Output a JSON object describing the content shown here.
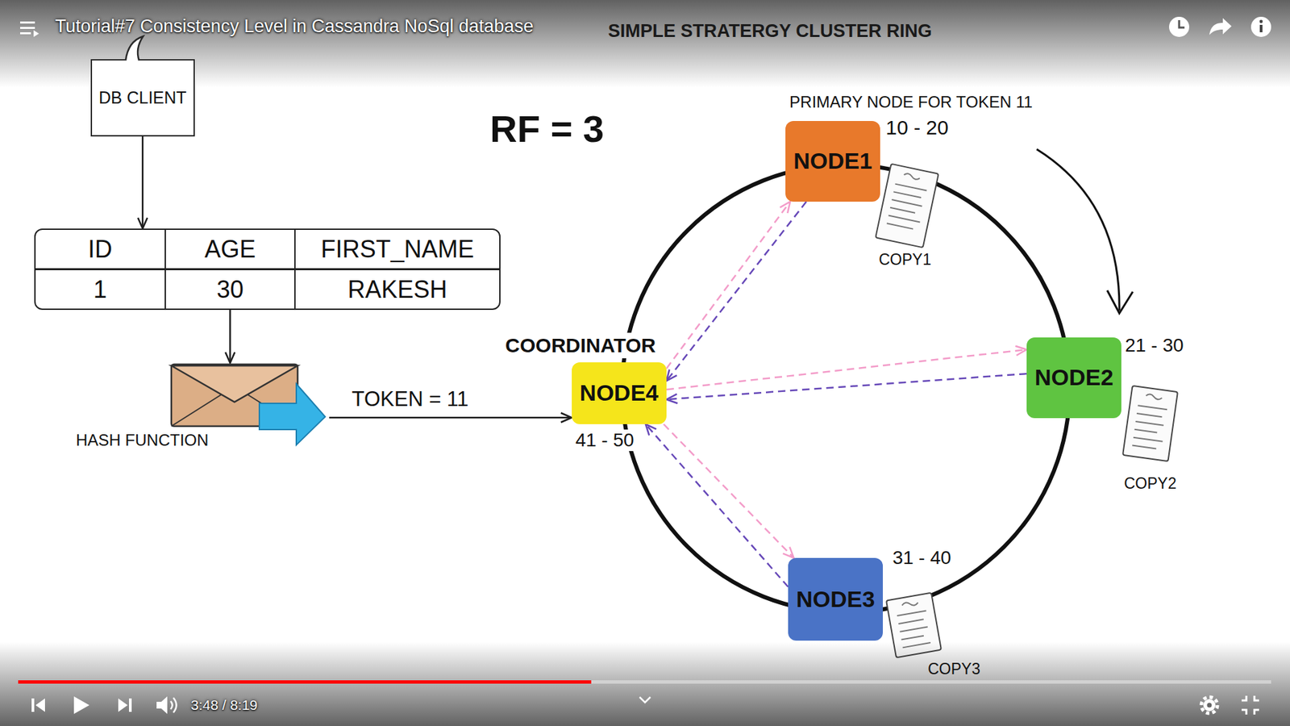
{
  "diagram": {
    "title": "SIMPLE STRATERGY CLUSTER RING",
    "nodes": [
      {
        "text": [
          "DB CLIENT"
        ]
      },
      {
        "text": [
          "ID",
          "AGE",
          "FIRST_NAME",
          "1",
          "30",
          "RAKESH"
        ]
      },
      {
        "text": [
          "HASH FUNCTION"
        ]
      },
      {
        "text": [
          "NODE1"
        ]
      },
      {
        "text": [
          "NODE2"
        ]
      },
      {
        "text": [
          "NODE3"
        ]
      },
      {
        "text": [
          "COORDINATOR",
          "NODE4"
        ]
      }
    ],
    "edges": [
      {
        "from": 0,
        "to": 1,
        "arrow": "to"
      },
      {
        "from": 1,
        "to": 2,
        "arrow": "to"
      },
      {
        "from": 2,
        "to": 6,
        "label": "TOKEN = 11",
        "arrow": "to"
      },
      {
        "from": 6,
        "to": 3,
        "arrow": "to"
      },
      {
        "from": 3,
        "to": 6,
        "arrow": "to"
      },
      {
        "from": 6,
        "to": 4,
        "arrow": "to"
      },
      {
        "from": 4,
        "to": 6,
        "arrow": "to"
      },
      {
        "from": 6,
        "to": 5,
        "arrow": "to"
      },
      {
        "from": 5,
        "to": 6,
        "arrow": "to"
      }
    ],
    "labels": [
      "Tutorial#7 Consistency Level in Cassandra NoSql database",
      "RF = 3",
      "PRIMARY NODE FOR TOKEN 11",
      "10 - 20",
      "COPY1",
      "21 - 30",
      "COPY2",
      "41 - 50",
      "31 - 40",
      "COPY3",
      "3:48 / 8:19"
    ]
  }
}
